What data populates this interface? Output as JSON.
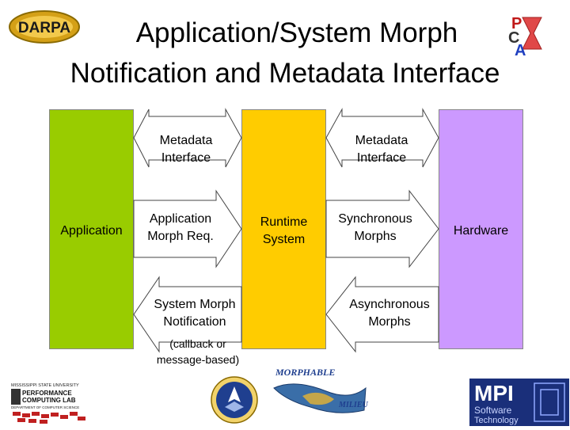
{
  "title": {
    "line1": "Application/System Morph",
    "line2": "Notification and Metadata Interface"
  },
  "logos": {
    "darpa": "DARPA",
    "pca": [
      "P",
      "C",
      "A"
    ],
    "msu_line1": "MISSISSIPPI STATE UNIVERSITY",
    "msu_line2": "PERFORMANCE",
    "msu_line3": "COMPUTING LAB",
    "msu_line4": "DEPARTMENT OF COMPUTER SCIENCE",
    "morphable": "MORPHABLE",
    "milieu": "MILIEU",
    "mpi_line1": "MPI",
    "mpi_line2": "Software",
    "mpi_line3": "Technology"
  },
  "blocks": {
    "application": "Application",
    "runtime_line1": "Runtime",
    "runtime_line2": "System",
    "hardware": "Hardware"
  },
  "arrows": {
    "metadata_left_line1": "Metadata",
    "metadata_left_line2": "Interface",
    "metadata_right_line1": "Metadata",
    "metadata_right_line2": "Interface",
    "app_morph_line1": "Application",
    "app_morph_line2": "Morph Req.",
    "sync_line1": "Synchronous",
    "sync_line2": "Morphs",
    "sys_notif_line1": "System Morph",
    "sys_notif_line2": "Notification",
    "async_line1": "Asynchronous",
    "async_line2": "Morphs"
  },
  "note": {
    "line1": "(callback or",
    "line2": "message-based)"
  },
  "colors": {
    "application": "#99cc00",
    "runtime": "#ffcc00",
    "hardware": "#cc99ff",
    "arrow_fill": "#ffffff",
    "arrow_stroke": "#333333"
  }
}
